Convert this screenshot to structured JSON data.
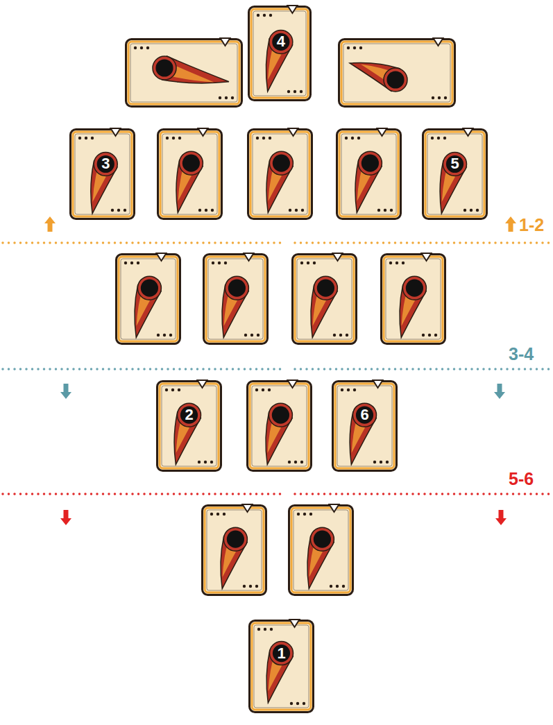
{
  "diagram": {
    "nodes": [
      {
        "text": [
          "4"
        ]
      },
      {
        "text": [
          "3"
        ]
      },
      {
        "text": [
          "5"
        ]
      },
      {
        "text": [
          "2"
        ]
      },
      {
        "text": [
          "6"
        ]
      },
      {
        "text": [
          "1"
        ]
      }
    ],
    "labels": [
      "1-2",
      "3-4",
      "5-6"
    ]
  }
}
